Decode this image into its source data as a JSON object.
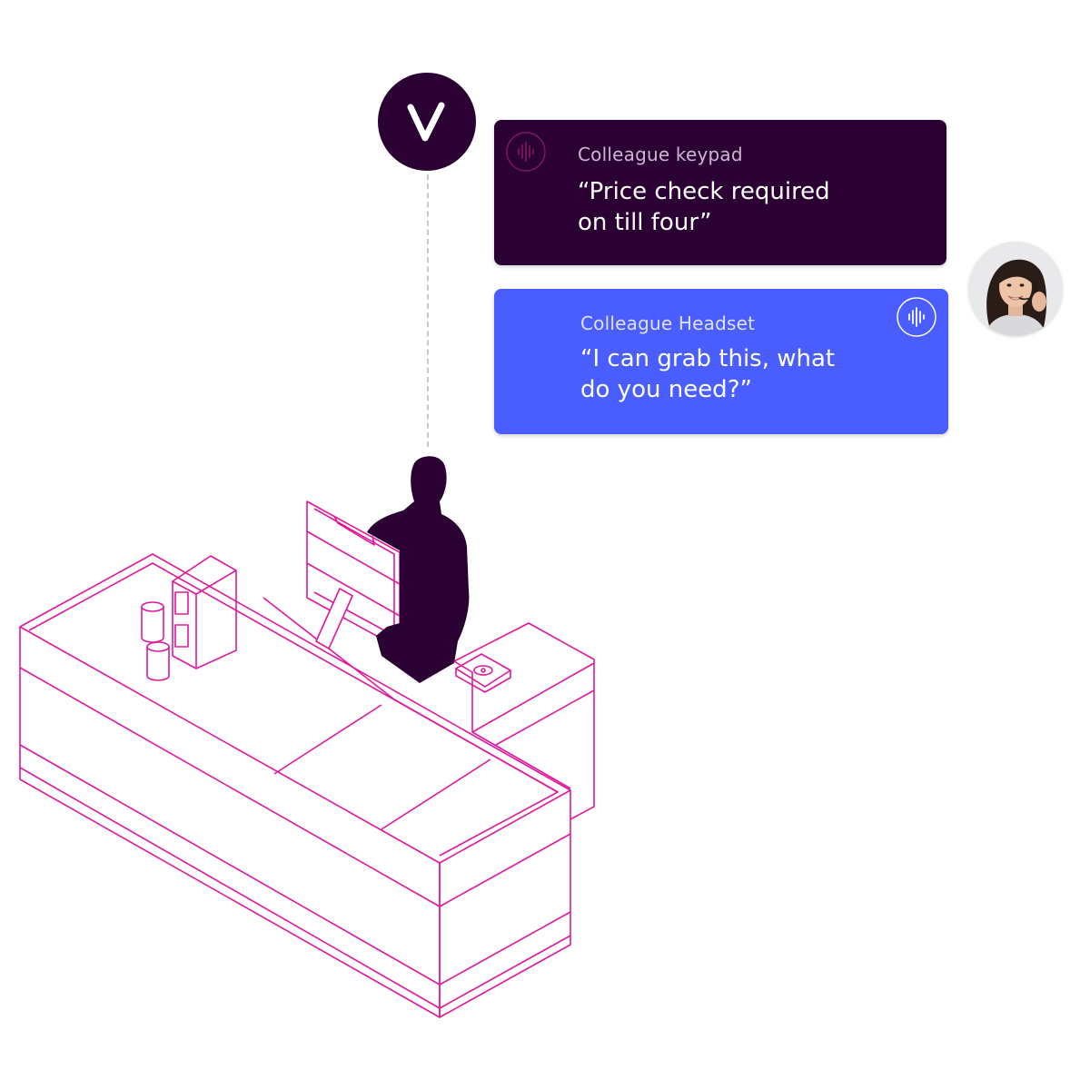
{
  "colors": {
    "brand_dark": "#2b0033",
    "brand_blue": "#4a5dff",
    "outline_magenta": "#e0189c"
  },
  "brand_badge": {
    "letter": "V"
  },
  "messages": {
    "keypad": {
      "label": "Colleague keypad",
      "quote": "“Price check required\non till four”",
      "icon": "voice-wave-icon"
    },
    "headset": {
      "label": "Colleague Headset",
      "quote": "“I can grab this, what\ndo you need?”",
      "icon": "voice-wave-icon"
    }
  },
  "avatar": {
    "icon": "colleague-avatar"
  }
}
